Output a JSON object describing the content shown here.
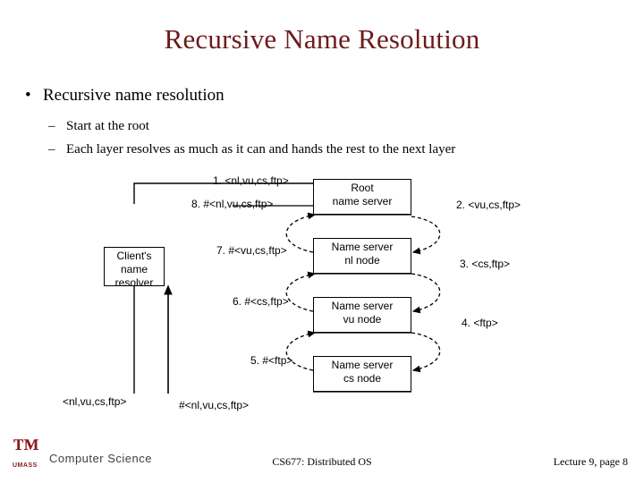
{
  "slide": {
    "title": "Recursive Name Resolution",
    "bullets": [
      {
        "level": 1,
        "marker": "•",
        "text": "Recursive name resolution"
      },
      {
        "level": 2,
        "marker": "–",
        "text": "Start at the root"
      },
      {
        "level": 2,
        "marker": "–",
        "text": "Each layer resolves as much as it can and hands the rest to the next layer"
      }
    ],
    "title_color": "#6d1a1a"
  },
  "figure": {
    "nodes": [
      {
        "id": "client",
        "line1": "Client's",
        "line2": "name",
        "line3": "resolver"
      },
      {
        "id": "root",
        "line1": "Root",
        "line2": "name server"
      },
      {
        "id": "nl",
        "line1": "Name server",
        "line2": "nl node"
      },
      {
        "id": "vu",
        "line1": "Name server",
        "line2": "vu node"
      },
      {
        "id": "cs",
        "line1": "Name server",
        "line2": "cs node"
      }
    ],
    "left_labels": [
      "1. <nl,vu,cs,ftp>",
      "8. #<nl,vu,cs,ftp>",
      "7. #<vu,cs,ftp>",
      "6. #<cs,ftp>",
      "5. #<ftp>"
    ],
    "right_labels": [
      "2. <vu,cs,ftp>",
      "3. <cs,ftp>",
      "4. <ftp>"
    ],
    "bottom_labels": [
      "<nl,vu,cs,ftp>",
      "#<nl,vu,cs,ftp>"
    ]
  },
  "footer": {
    "left": "Computer Science",
    "center": "CS677: Distributed OS",
    "right": "Lecture 9, page 8",
    "logo_mark": "™",
    "logo_text": "UMASS"
  }
}
